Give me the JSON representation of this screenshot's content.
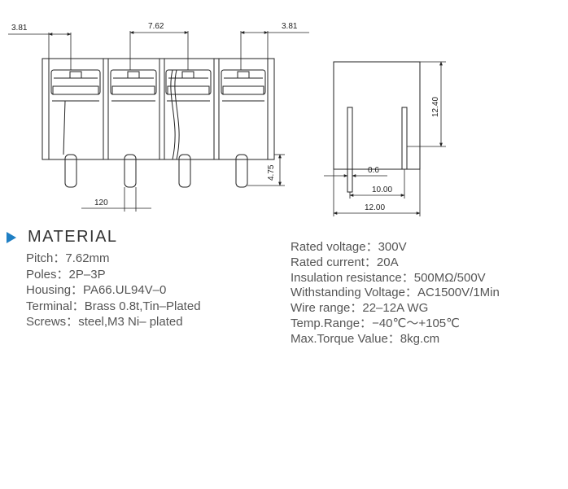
{
  "drawing": {
    "front_view": {
      "dims": {
        "left_edge": "3.81",
        "pitch": "7.62",
        "right_edge": "3.81",
        "pin_length": "4.75",
        "pin_label": "120"
      }
    },
    "side_view": {
      "dims": {
        "height": "12.40",
        "pin_width": "0.6",
        "inner_width": "10.00",
        "outer_width": "12.00"
      }
    }
  },
  "material": {
    "title": "MATERIAL",
    "rows": [
      {
        "label": "Pitch：",
        "value": "7.62mm"
      },
      {
        "label": "Poles：",
        "value": "2P–3P"
      },
      {
        "label": "Housing：",
        "value": "PA66.UL94V–0"
      },
      {
        "label": "Terminal：",
        "value": "Brass 0.8t,Tin–Plated"
      },
      {
        "label": "Screws：",
        "value": "steel,M3 Ni– plated"
      }
    ]
  },
  "specs": {
    "rows": [
      {
        "label": "Rated voltage：",
        "value": "300V"
      },
      {
        "label": "Rated current：",
        "value": "20A"
      },
      {
        "label": "Insulation resistance：",
        "value": "500MΩ/500V"
      },
      {
        "label": "Withstanding Voltage：",
        "value": "AC1500V/1Min"
      },
      {
        "label": "Wire range：",
        "value": "22–12A WG"
      },
      {
        "label": "Temp.Range：",
        "value": "−40℃～+105℃"
      },
      {
        "label": "Max.Torque Value：",
        "value": "8kg.cm"
      }
    ]
  }
}
